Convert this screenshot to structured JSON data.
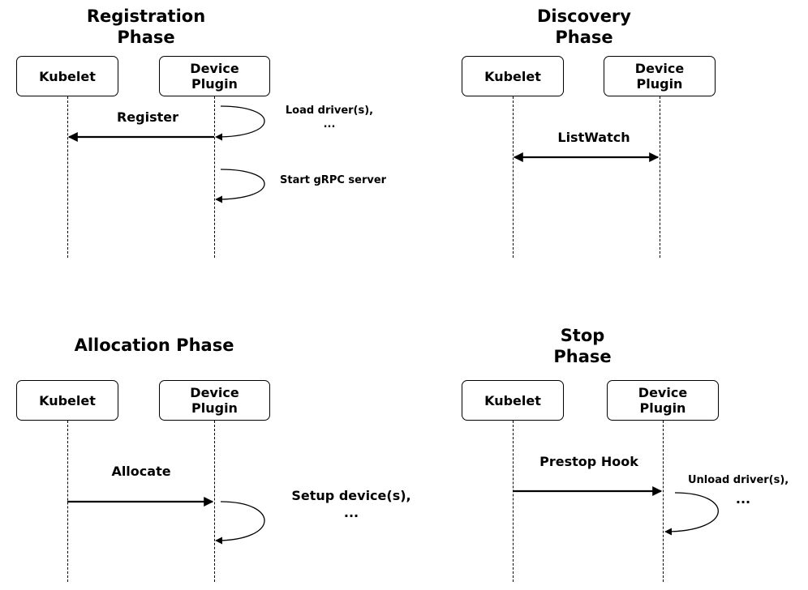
{
  "phases": {
    "registration": {
      "title": "Registration\nPhase",
      "kubelet": "Kubelet",
      "plugin": "Device\nPlugin",
      "register": "Register",
      "load_driver": "Load driver(s),\n...",
      "start_grpc": "Start gRPC server"
    },
    "discovery": {
      "title": "Discovery\nPhase",
      "kubelet": "Kubelet",
      "plugin": "Device\nPlugin",
      "listwatch": "ListWatch"
    },
    "allocation": {
      "title": "Allocation Phase",
      "kubelet": "Kubelet",
      "plugin": "Device\nPlugin",
      "allocate": "Allocate",
      "setup": "Setup device(s),\n..."
    },
    "stop": {
      "title": "Stop\nPhase",
      "kubelet": "Kubelet",
      "plugin": "Device\nPlugin",
      "prestop": "Prestop Hook",
      "unload": "Unload driver(s),",
      "unload_ellipsis": "..."
    }
  }
}
